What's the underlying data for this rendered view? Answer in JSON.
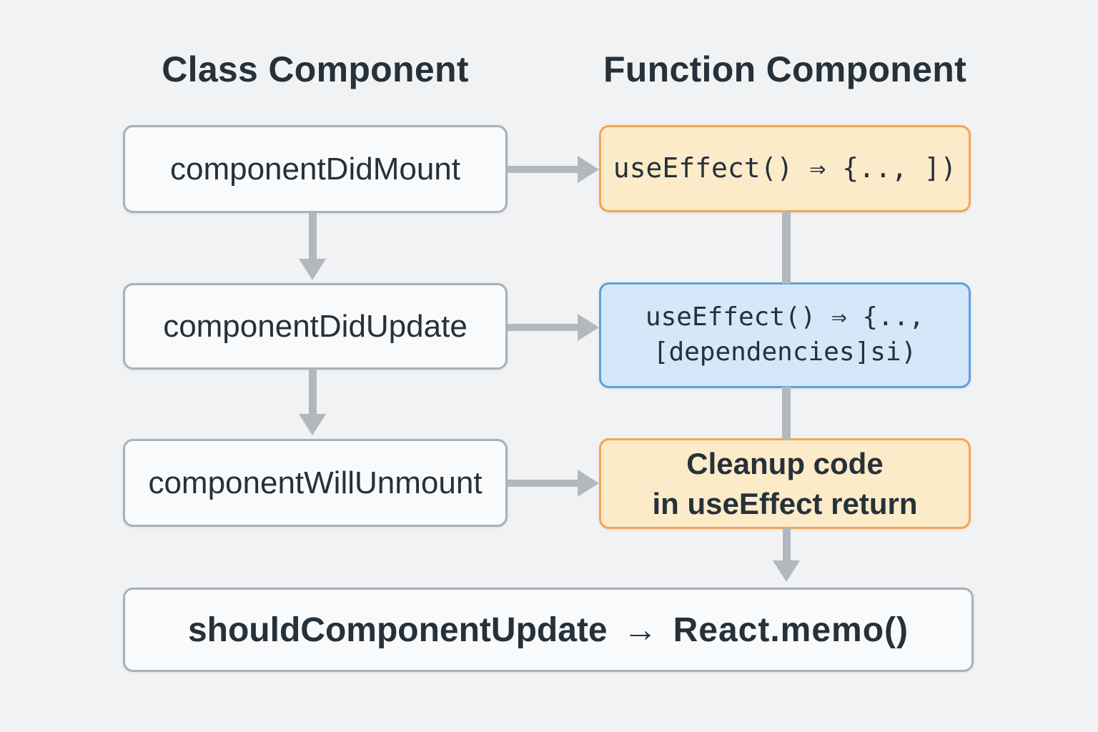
{
  "diagram": {
    "headers": {
      "left": "Class Component",
      "right": "Function Component"
    },
    "class_column": [
      {
        "label": "componentDidMount"
      },
      {
        "label": "componentDidUpdate"
      },
      {
        "label": "componentWillUnmount"
      }
    ],
    "function_column": [
      {
        "style": "orange",
        "lines": [
          "useEffect() ⇒ {.., ])"
        ]
      },
      {
        "style": "blue",
        "lines": [
          "useEffect() ⇒ {..,",
          "[dependencies]si)"
        ]
      },
      {
        "style": "orange",
        "lines": [
          "Cleanup code",
          "in useEffect return"
        ]
      }
    ],
    "bottom": {
      "left": "shouldComponentUpdate",
      "arrow": "→",
      "right": "React.memo()"
    },
    "colors": {
      "background": "#f1f2f3",
      "box_fill": "#f9fafb",
      "box_border": "#a9b0b7",
      "orange_fill": "#fcebc9",
      "orange_border": "#f1a751",
      "blue_fill": "#d5e8fa",
      "blue_border": "#5e9fd8",
      "connector": "#b2b8be",
      "text": "#26313a"
    }
  }
}
